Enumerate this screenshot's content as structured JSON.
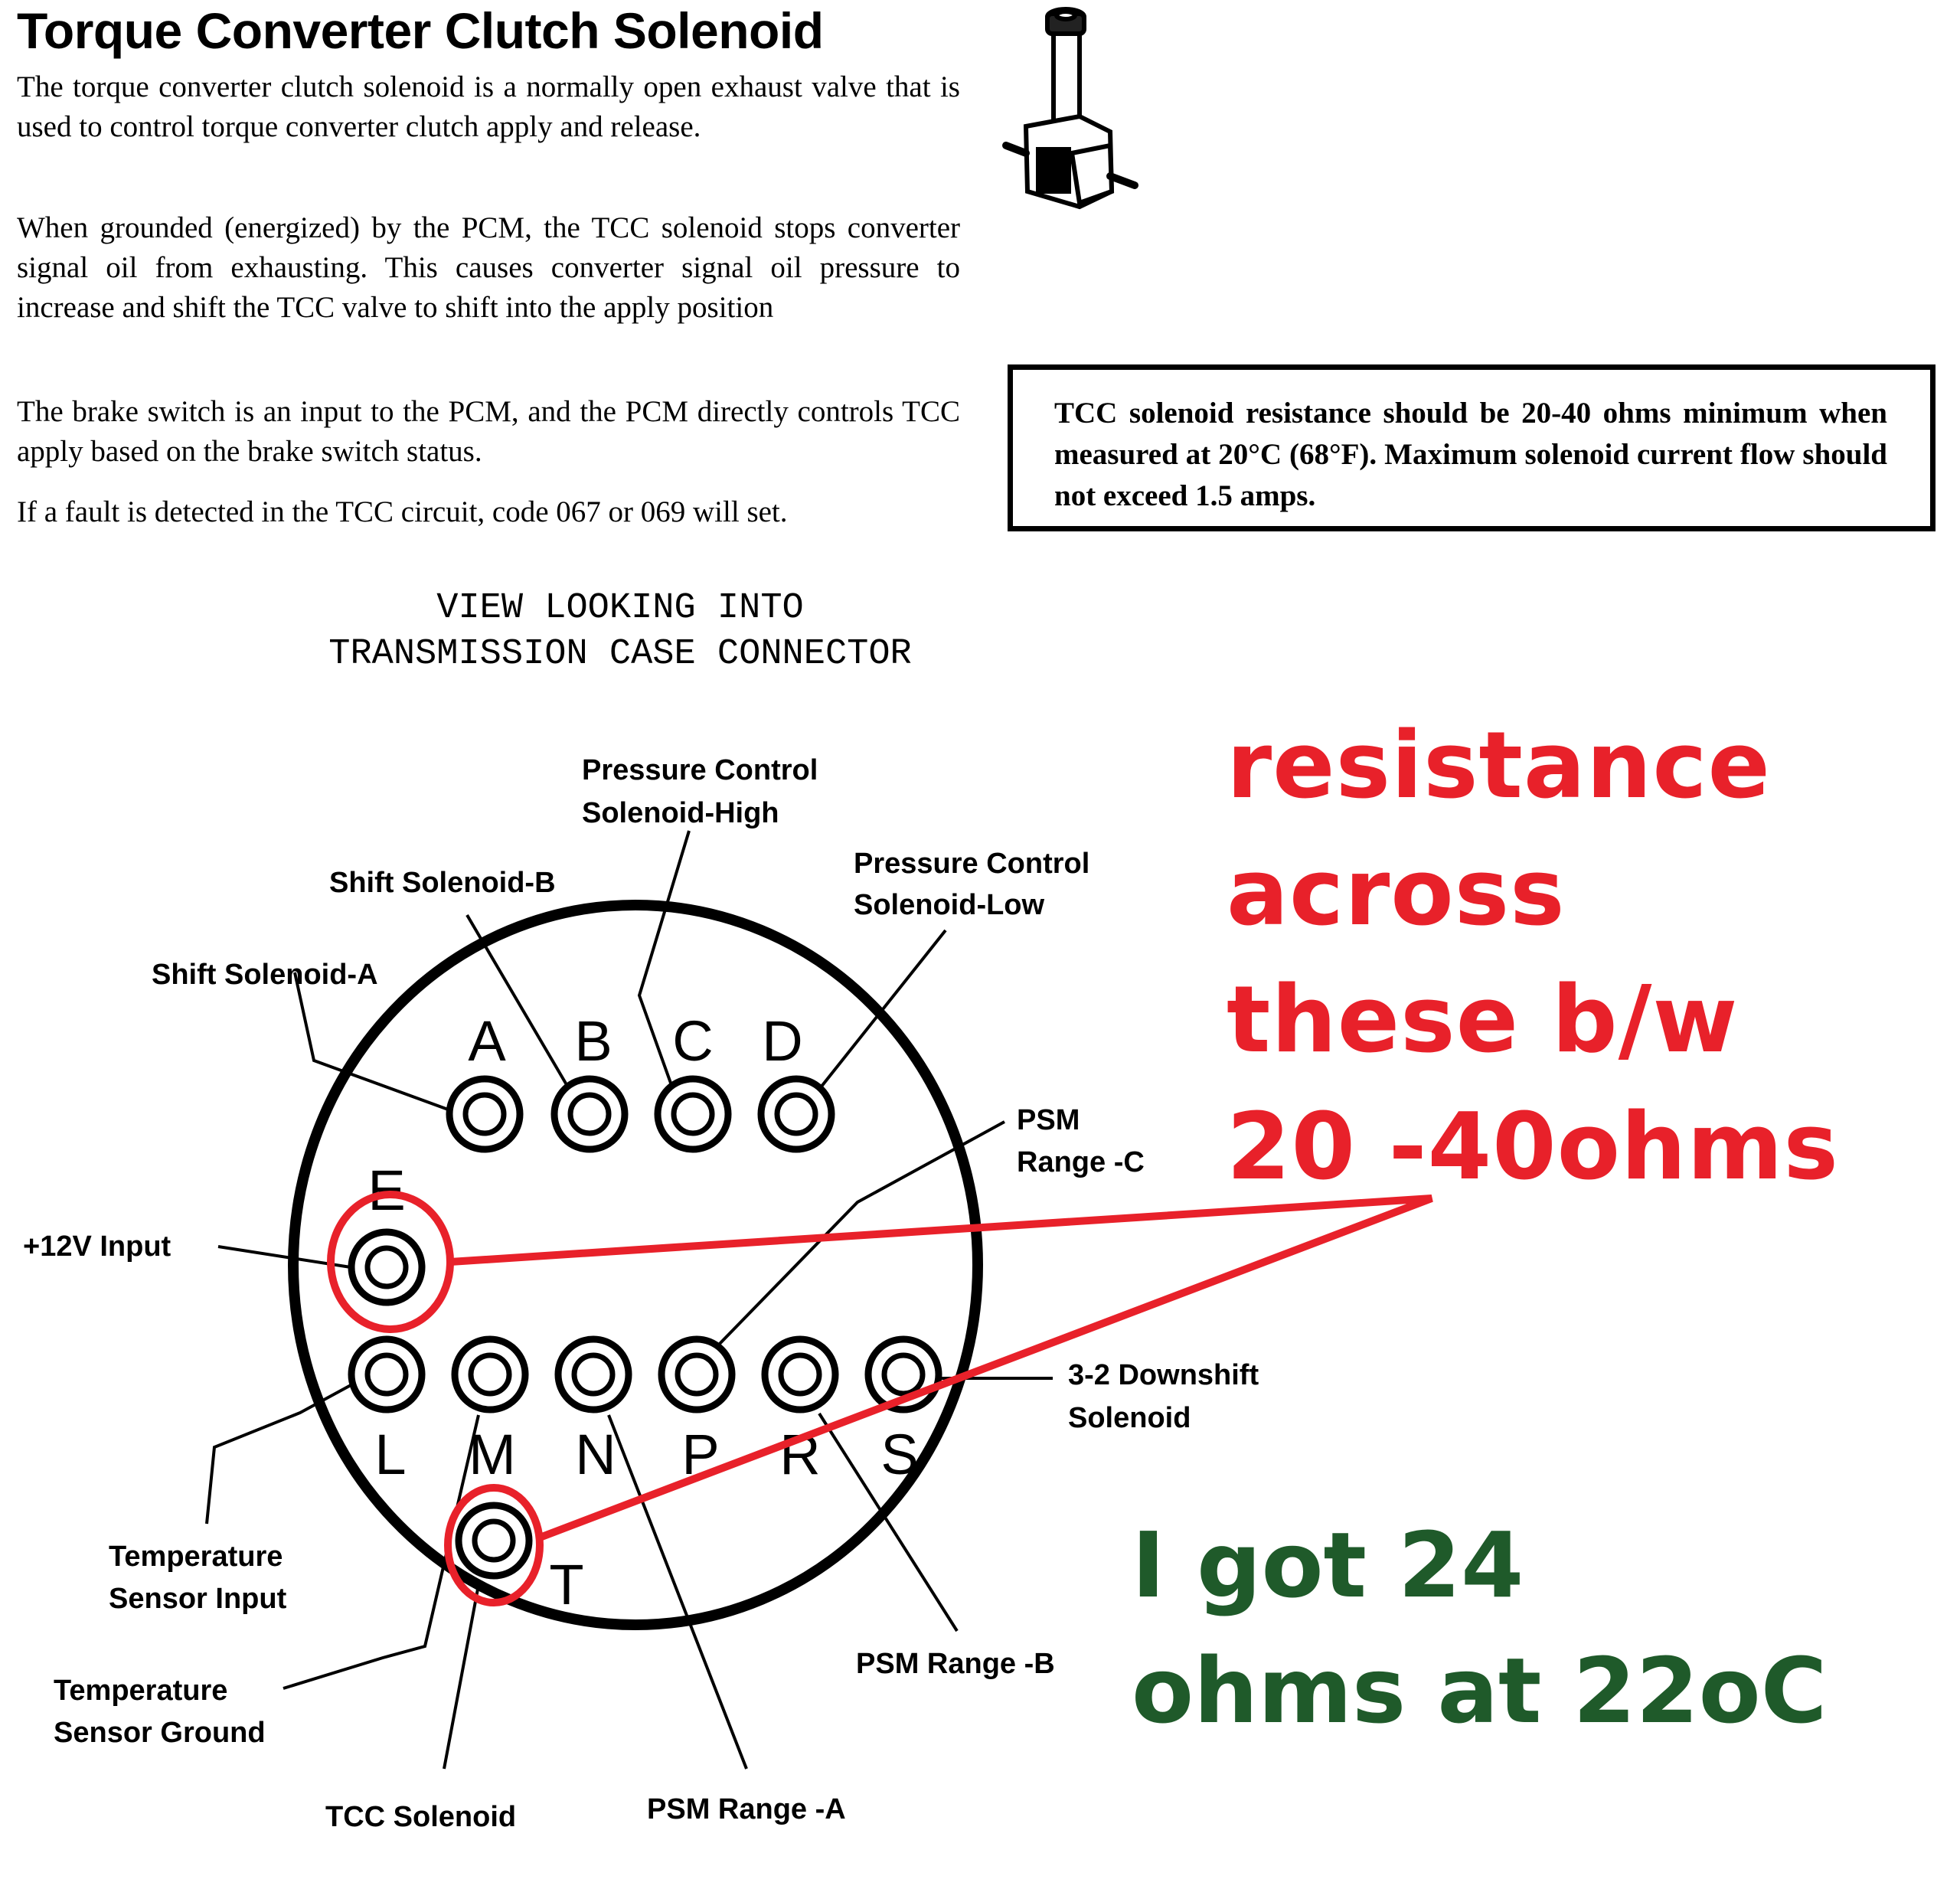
{
  "document": {
    "title": "Torque Converter Clutch Solenoid",
    "paragraphs": [
      "The torque converter clutch solenoid is a normally open exhaust valve that is used to control torque converter clutch apply and release.",
      "When grounded (energized) by the PCM, the TCC solenoid stops converter signal oil from exhausting.  This causes converter signal oil pressure to increase and shift the TCC valve to shift into the apply position",
      "The brake switch is an input to the PCM, and the PCM directly controls TCC apply based on the brake switch status.",
      "If a fault is detected in the TCC circuit, code 067 or 069 will set."
    ],
    "spec_box": "TCC solenoid resistance should be 20-40 ohms minimum when measured at 20°C (68°F). Maximum solenoid current flow should not exceed 1.5 amps.",
    "image_icon": "solenoid-illustration"
  },
  "diagram": {
    "caption_line1": "VIEW LOOKING INTO",
    "caption_line2": "TRANSMISSION CASE CONNECTOR",
    "pins": [
      {
        "id": "A",
        "label": "Shift Solenoid-A"
      },
      {
        "id": "B",
        "label": "Shift Solenoid-B"
      },
      {
        "id": "C",
        "label": "Pressure Control Solenoid-High"
      },
      {
        "id": "D",
        "label": "Pressure Control Solenoid-Low"
      },
      {
        "id": "E",
        "label": "+12V Input"
      },
      {
        "id": "L",
        "label": "Temperature Sensor Input"
      },
      {
        "id": "M",
        "label": "Temperature Sensor Ground"
      },
      {
        "id": "N",
        "label": "PSM Range -A"
      },
      {
        "id": "P",
        "label": "PSM Range -C"
      },
      {
        "id": "R",
        "label": "PSM Range -B"
      },
      {
        "id": "S",
        "label": "3-2 Downshift Solenoid"
      },
      {
        "id": "T",
        "label": "TCC Solenoid"
      }
    ],
    "labels": {
      "pcs_high_1": "Pressure Control",
      "pcs_high_2": "Solenoid-High",
      "shift_b": "Shift Solenoid-B",
      "pcs_low_1": "Pressure Control",
      "pcs_low_2": "Solenoid-Low",
      "shift_a": "Shift Solenoid-A",
      "psm_c_1": "PSM",
      "psm_c_2": "Range -C",
      "plus12v": "+12V Input",
      "downshift_1": "3-2 Downshift",
      "downshift_2": "Solenoid",
      "temp_in_1": "Temperature",
      "temp_in_2": "Sensor Input",
      "temp_gnd_1": "Temperature",
      "temp_gnd_2": "Sensor Ground",
      "psm_b": "PSM Range -B",
      "tcc": "TCC Solenoid",
      "psm_a": "PSM Range -A"
    },
    "highlighted_pins": [
      "E",
      "T"
    ]
  },
  "annotations": {
    "red_note": "resistance\nacross\nthese b/w\n20 -40ohms",
    "green_note": "I got 24\nohms at 22oC",
    "red_color": "#e8212a",
    "green_color": "#1f5a2a"
  }
}
